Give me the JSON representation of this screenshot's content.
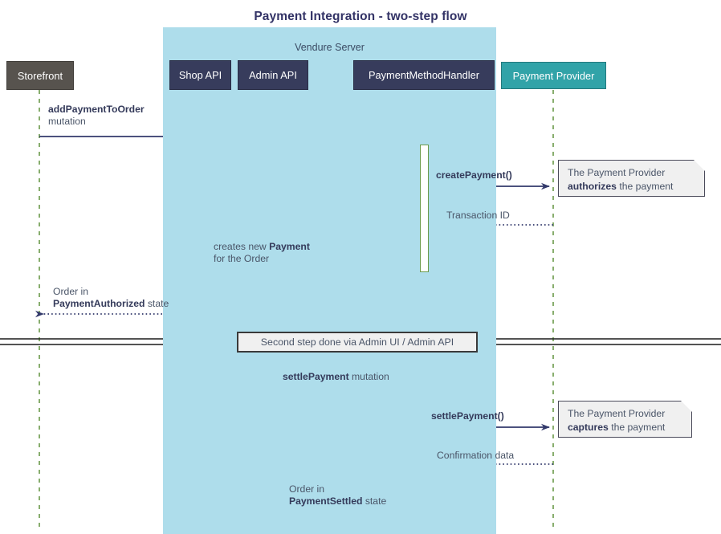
{
  "diagram": {
    "type": "sequence-diagram",
    "title": "Payment Integration - two-step flow",
    "colors": {
      "storefront": "#57534e",
      "api": "#373c5c",
      "provider": "#31a3a8",
      "group": "#aeddeb",
      "lifeline": "#6a9a4a",
      "arrow": "#32396b",
      "note_bg": "#f0f0f0",
      "title_text": "#333366",
      "label_text": "#4a5568"
    }
  },
  "group": {
    "label": "Vendure Server"
  },
  "participants": [
    {
      "id": "storefront",
      "label": "Storefront",
      "color": "#57534e"
    },
    {
      "id": "shop-api",
      "label": "Shop API",
      "color": "#373c5c"
    },
    {
      "id": "admin-api",
      "label": "Admin API",
      "color": "#373c5c"
    },
    {
      "id": "handler",
      "label": "PaymentMethodHandler",
      "color": "#373c5c"
    },
    {
      "id": "provider",
      "label": "Payment Provider",
      "color": "#31a3a8"
    }
  ],
  "messages": [
    {
      "id": "add-payment-to-order",
      "from": "storefront",
      "to": "shop-api",
      "style": "solid",
      "label_lines": [
        [
          {
            "t": "addPaymentToOrder",
            "b": true
          }
        ],
        [
          {
            "t": "mutation",
            "b": false
          }
        ]
      ]
    },
    {
      "id": "shop-api-to-handler",
      "from": "shop-api",
      "to": "handler",
      "style": "solid",
      "label_lines": []
    },
    {
      "id": "create-payment",
      "from": "handler",
      "to": "provider",
      "style": "solid",
      "label_lines": [
        [
          {
            "t": "createPayment()",
            "b": true
          }
        ]
      ]
    },
    {
      "id": "transaction-id",
      "from": "provider",
      "to": "handler",
      "style": "dotted",
      "label_lines": [
        [
          {
            "t": "Transaction ID",
            "b": false
          }
        ]
      ]
    },
    {
      "id": "creates-new-payment",
      "from": "handler",
      "to": "shop-api",
      "style": "dotted",
      "label_lines": [
        [
          {
            "t": "creates new ",
            "b": false
          },
          {
            "t": "Payment",
            "b": true
          }
        ],
        [
          {
            "t": "for the Order",
            "b": false
          }
        ]
      ]
    },
    {
      "id": "order-payment-authorized",
      "from": "shop-api",
      "to": "storefront",
      "style": "dotted",
      "label_lines": [
        [
          {
            "t": "Order in",
            "b": false
          }
        ],
        [
          {
            "t": "PaymentAuthorized",
            "b": true
          },
          {
            "t": " state",
            "b": false
          }
        ]
      ]
    },
    {
      "id": "settle-payment-mutation",
      "from": "admin-api",
      "to": "handler",
      "style": "solid",
      "label_lines": [
        [
          {
            "t": "settlePayment",
            "b": true
          },
          {
            "t": " mutation",
            "b": false
          }
        ]
      ]
    },
    {
      "id": "settle-payment-call",
      "from": "handler",
      "to": "provider",
      "style": "solid",
      "label_lines": [
        [
          {
            "t": "settlePayment()",
            "b": true
          }
        ]
      ]
    },
    {
      "id": "confirmation-data",
      "from": "provider",
      "to": "handler",
      "style": "dotted",
      "label_lines": [
        [
          {
            "t": "Confirmation data",
            "b": false
          }
        ]
      ]
    },
    {
      "id": "order-payment-settled",
      "from": "handler",
      "to": "admin-api",
      "style": "dotted",
      "label_lines": [
        [
          {
            "t": "Order in",
            "b": false
          }
        ],
        [
          {
            "t": "PaymentSettled",
            "b": true
          },
          {
            "t": " state",
            "b": false
          }
        ]
      ]
    }
  ],
  "notes": [
    {
      "id": "note-authorizes",
      "lines": [
        [
          {
            "t": "The Payment Provider",
            "b": false
          }
        ],
        [
          {
            "t": "authorizes",
            "b": true
          },
          {
            "t": " the payment",
            "b": false
          }
        ]
      ]
    },
    {
      "id": "note-captures",
      "lines": [
        [
          {
            "t": "The Payment Provider",
            "b": false
          }
        ],
        [
          {
            "t": "captures",
            "b": true
          },
          {
            "t": " the payment",
            "b": false
          }
        ]
      ]
    }
  ],
  "divider": {
    "label": "Second step done via Admin UI / Admin API"
  }
}
